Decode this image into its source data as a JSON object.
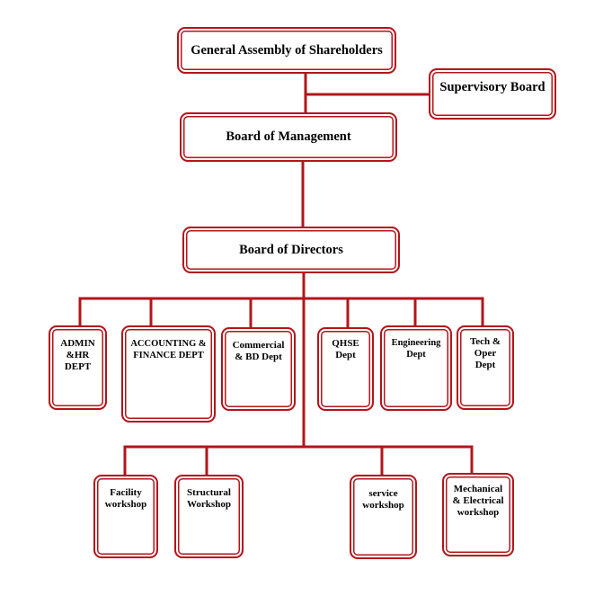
{
  "colors": {
    "line": "#b3151b",
    "box_border": "#b3151b",
    "text": "#000000"
  },
  "chart": {
    "levels": {
      "shareholders": "General Assembly of Shareholders",
      "supervisory": "Supervisory Board",
      "management": "Board of Management",
      "directors": "Board of Directors"
    },
    "departments": [
      "ADMIN\n&HR\nDEPT",
      "ACCOUNTING &\nFINANCE DEPT",
      "Commercial\n& BD Dept",
      "QHSE\nDept",
      "Engineering\nDept",
      "Tech &\nOper\nDept"
    ],
    "workshops": [
      "Facility\nworkshop",
      "Structural\nWorkshop",
      "service\nworkshop",
      "Mechanical\n& Electrical\nworkshop"
    ]
  }
}
